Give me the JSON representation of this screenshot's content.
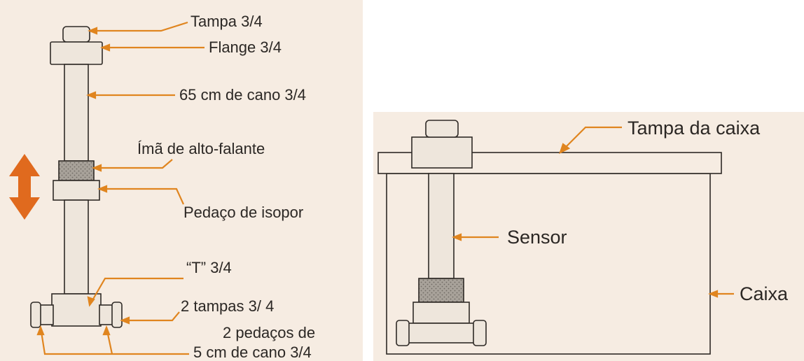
{
  "left_panel": {
    "labels": {
      "tampa": "Tampa 3/4",
      "flange": "Flange 3/4",
      "cano": "65 cm de cano 3/4",
      "ima": "Ímã de alto-falante",
      "isopor": "Pedaço de isopor",
      "t": "“T” 3/4",
      "tampas": "2 tampas 3/ 4",
      "pedacos_line1": "2 pedaços de",
      "pedacos_line2": "5 cm de cano 3/4"
    }
  },
  "right_panel": {
    "labels": {
      "tampa_caixa": "Tampa da caixa",
      "sensor": "Sensor",
      "caixa": "Caixa"
    }
  },
  "colors": {
    "paper": "#f6ece2",
    "pipe": "#eee6dc",
    "magnet": "#a8a29a",
    "line": "#2f2a26",
    "leader": "#e0851f",
    "arrow": "#e06a1e",
    "text": "#2b2724"
  }
}
